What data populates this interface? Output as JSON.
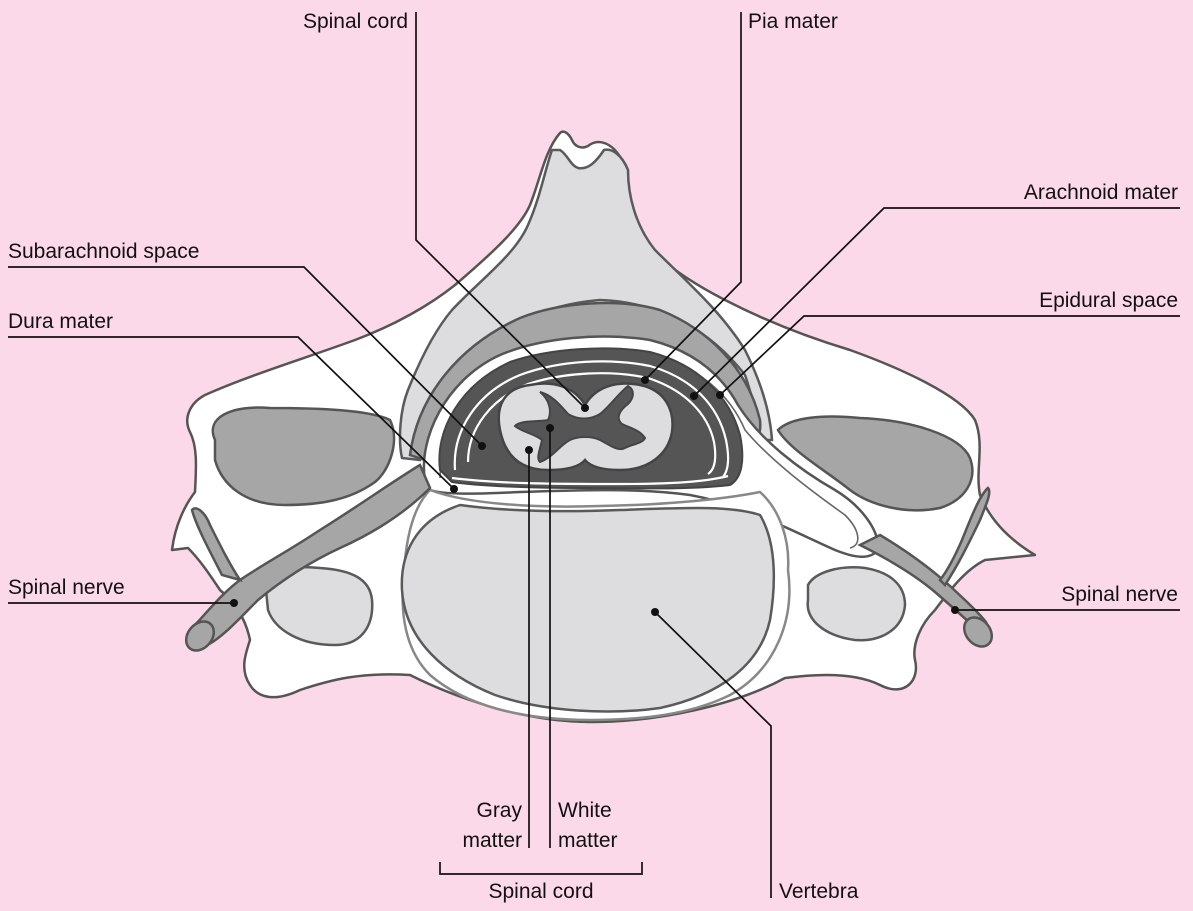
{
  "colors": {
    "background": "#fcd9e8",
    "bone": "#ffffff",
    "pale_tissue": "#dddde0",
    "mid_gray": "#a6a6a6",
    "dark_gray": "#555555",
    "outline": "#555555",
    "leader_line": "#111111"
  },
  "labels": {
    "spinal_cord_top": "Spinal cord",
    "pia_mater": "Pia mater",
    "arachnoid_mater": "Arachnoid mater",
    "subarachnoid_space": "Subarachnoid space",
    "epidural_space": "Epidural space",
    "dura_mater": "Dura mater",
    "spinal_nerve_left": "Spinal nerve",
    "spinal_nerve_right": "Spinal nerve",
    "gray_matter_line1": "Gray",
    "gray_matter_line2": "matter",
    "white_matter_line1": "White",
    "white_matter_line2": "matter",
    "spinal_cord_bottom": "Spinal cord",
    "vertebra": "Vertebra"
  }
}
